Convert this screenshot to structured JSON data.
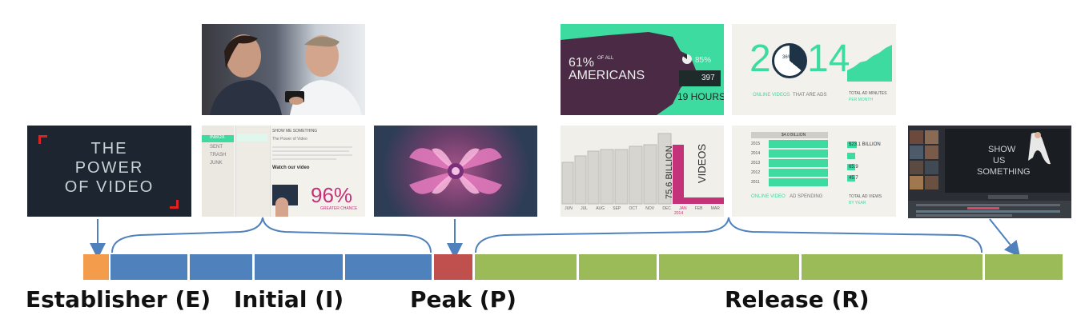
{
  "colors": {
    "establisher": "#F39C4B",
    "initial": "#4F81BD",
    "peak": "#C0504D",
    "release": "#9BBB59",
    "connector": "#4F81BD",
    "teal": "#3DDBA0",
    "magenta": "#C4327A"
  },
  "phases": {
    "establisher": "Establisher (E)",
    "initial": "Initial (I)",
    "peak": "Peak (P)",
    "release": "Release (R)"
  },
  "thumbnails": {
    "power_of_video": {
      "line1": "THE",
      "line2": "POWER",
      "line3": "OF VIDEO"
    },
    "email_app": {
      "sidebar": [
        "INBOX",
        "SENT",
        "TRASH",
        "JUNK"
      ],
      "header": "SHOW ME SOMETHING",
      "subject": "The Power of Video",
      "body_heading": "Watch our video",
      "stat": "96%",
      "stat_caption": "GREATER CHANCE"
    },
    "map_stat": {
      "percent": "61%",
      "of_all": "OF ALL",
      "americans": "AMERICANS",
      "pie": "85%",
      "count": "397",
      "hours": "19 HOURS"
    },
    "year_stat": {
      "year_left": "2",
      "year_right": "14",
      "pie": "36%",
      "caption_teal": "ONLINE VIDEOS",
      "caption_rest": "THAT ARE ADS",
      "caption_right": "TOTAL AD MINUTES",
      "caption_right_sub": "PER MONTH"
    },
    "bar_billion": {
      "months": [
        "JUN",
        "JUL",
        "AUG",
        "SEP",
        "OCT",
        "NOV",
        "DEC",
        "JAN",
        "FEB",
        "MAR"
      ],
      "highlight": "75.6 BILLION",
      "videos": "VIDEOS",
      "year": "2014"
    },
    "ad_spending": {
      "header": "$4.0 BILLION",
      "years": [
        "2015",
        "2014",
        "2013",
        "2012",
        "2011"
      ],
      "right_values": [
        "$23.1 BILLION",
        "",
        "65.9",
        "45.7"
      ],
      "caption_teal": "ONLINE VIDEO",
      "caption_rest": "AD SPENDING",
      "caption_right": "TOTAL AD VIEWS",
      "caption_right_sub": "BY YEAR"
    },
    "editor": {
      "line1": "SHOW",
      "line2": "US",
      "line3": "SOMETHING"
    }
  }
}
